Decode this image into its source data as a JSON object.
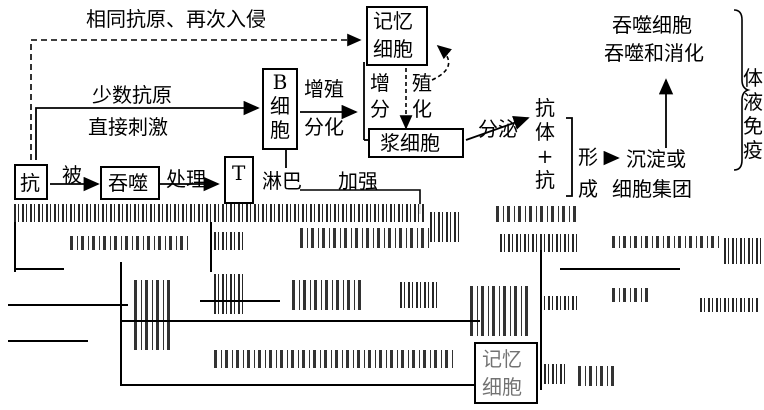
{
  "labels": {
    "same_antigen_reinvade": "相同抗原、再次入侵",
    "memory_cell_1": "记忆",
    "memory_cell_2": "细胞",
    "phagocyte_line1": "吞噬细胞",
    "phagocyte_line2": "吞噬和消化",
    "few_antigen": "少数抗原",
    "direct_stimulus": "直接刺激",
    "b_cell_b": "B",
    "b_cell_xi": "细",
    "b_cell_bao": "胞",
    "proliferate": "增殖",
    "differentiate": "分化",
    "zeng": "增",
    "fen": "分",
    "zhi": "殖",
    "hua": "化",
    "plasma_cell": "浆细胞",
    "secrete": "分泌",
    "antibody_1": "抗",
    "antibody_2": "体",
    "plus": "+",
    "antigen_bottom": "抗",
    "xing": "形",
    "cheng": "成",
    "precipitate_1": "沉淀或",
    "precipitate_2": "细胞集团",
    "humoral_1": "体",
    "humoral_2": "液",
    "humoral_3": "免",
    "humoral_4": "疫",
    "antigen_left": "抗",
    "bei": "被",
    "phagocytose": "吞噬",
    "process": "处理",
    "t_letter": "T",
    "lymph": "淋巴",
    "strengthen": "加强",
    "memory_bottom_1": "记忆",
    "memory_bottom_2": "细胞"
  }
}
